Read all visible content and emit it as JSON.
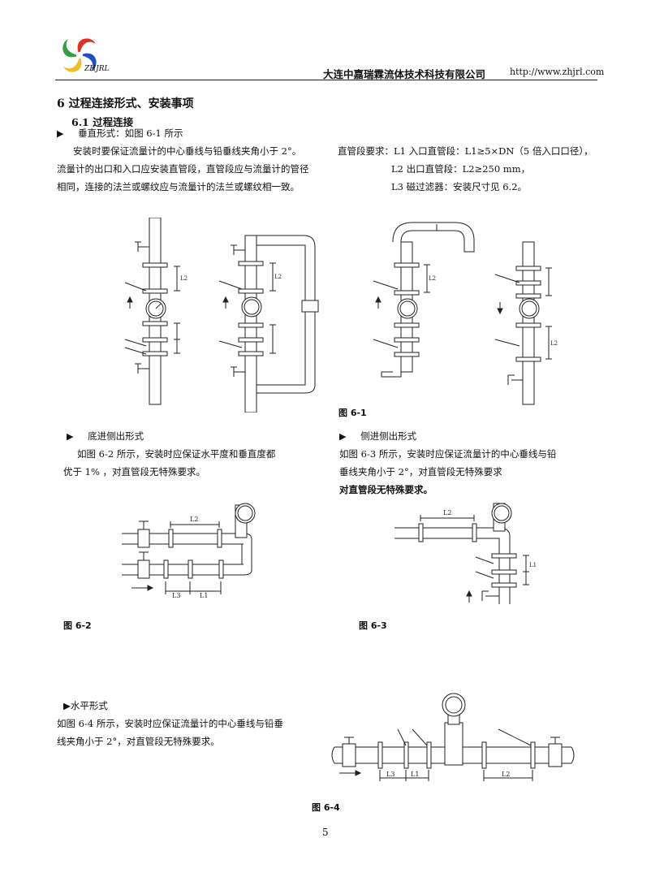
{
  "header": {
    "logo_text": "ZHJRL",
    "company": "大连中嘉瑞霖流体技术科技有限公司",
    "url": "http://www.zhjrl.com"
  },
  "section": {
    "title": "6 过程连接形式、安装事项",
    "subtitle": "6.1 过程连接"
  },
  "vertical": {
    "bullet": "▶",
    "heading": "垂直形式：如图 6-1 所示",
    "lines": [
      "安装时要保证流量计的中心垂线与铅垂线夹角小于 2°。",
      "流量计的出口和入口应安装直管段，直管段应与流量计的管径",
      "相同，连接的法兰或螺纹应与流量计的法兰或螺纹相一致。"
    ],
    "req_lines": [
      "直管段要求：L1 入口直管段：L1≥5×DN（5 倍入口口径），",
      "L2 出口直管段：L2≥250 mm，",
      "L3 磁过滤器：安装尺寸见 6.2。"
    ]
  },
  "bottom_side": {
    "bullet": "▶",
    "heading": "底进侧出形式",
    "lines": [
      "如图 6-2 所示，安装时应保证水平度和垂直度都",
      "优于 1% ，对直管段无特殊要求。"
    ]
  },
  "side_side": {
    "bullet": "▶",
    "heading": "侧进侧出形式",
    "lines": [
      "如图 6-3 所示，安装时应保证流量计的中心垂线与铅",
      "垂线夹角小于 2°，对直管段无特殊要求",
      "对直管段无特殊要求。"
    ]
  },
  "horizontal": {
    "heading": "▶水平形式",
    "lines": [
      "如图 6-4 所示，安装时应保证流量计的中心垂线与铅垂",
      "线夹角小于 2°，对直管段无特殊要求。"
    ]
  },
  "figures": {
    "fig1": "图 6-1",
    "fig2": "图 6-2",
    "fig3": "图 6-3",
    "fig4": "图 6-4"
  },
  "dim_labels": {
    "L1": "L1",
    "L2": "L2",
    "L3": "L3"
  },
  "page_number": "5",
  "colors": {
    "logo_red": "#e03020",
    "logo_blue": "#2050c0",
    "logo_yellow": "#f0c020",
    "logo_green": "#30a040"
  }
}
